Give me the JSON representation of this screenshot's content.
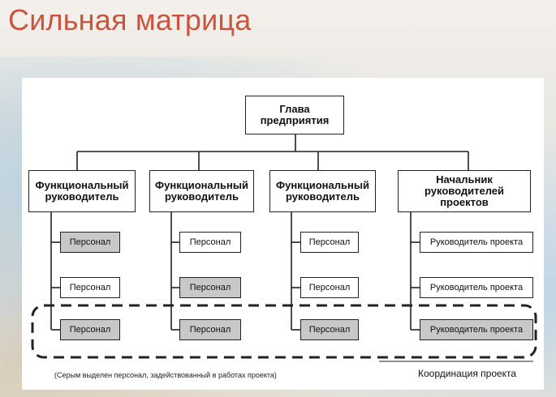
{
  "slide_title": "Сильная матрица",
  "top": {
    "label": "Глава\nпредприятия"
  },
  "columns": [
    {
      "head": "Функциональный\nруководитель",
      "items": [
        {
          "label": "Персонал",
          "project": true
        },
        {
          "label": "Персонал",
          "project": false
        },
        {
          "label": "Персонал",
          "project": true
        }
      ]
    },
    {
      "head": "Функциональный\nруководитель",
      "items": [
        {
          "label": "Персонал",
          "project": false
        },
        {
          "label": "Персонал",
          "project": true
        },
        {
          "label": "Персонал",
          "project": true
        }
      ]
    },
    {
      "head": "Функциональный\nруководитель",
      "items": [
        {
          "label": "Персонал",
          "project": false
        },
        {
          "label": "Персонал",
          "project": false
        },
        {
          "label": "Персонал",
          "project": true
        }
      ]
    },
    {
      "head": "Начальник\nруководителей\nпроектов",
      "items": [
        {
          "label": "Руководитель проекта",
          "project": false
        },
        {
          "label": "Руководитель проекта",
          "project": false
        },
        {
          "label": "Руководитель проекта",
          "project": true
        }
      ]
    }
  ],
  "footnote": "(Серым выделен персонал, задействованный в работах проекта)",
  "legend": "Координация проекта",
  "colors": {
    "title": "#c9553f",
    "project_fill": "#c8c8c8",
    "line": "#222222"
  }
}
